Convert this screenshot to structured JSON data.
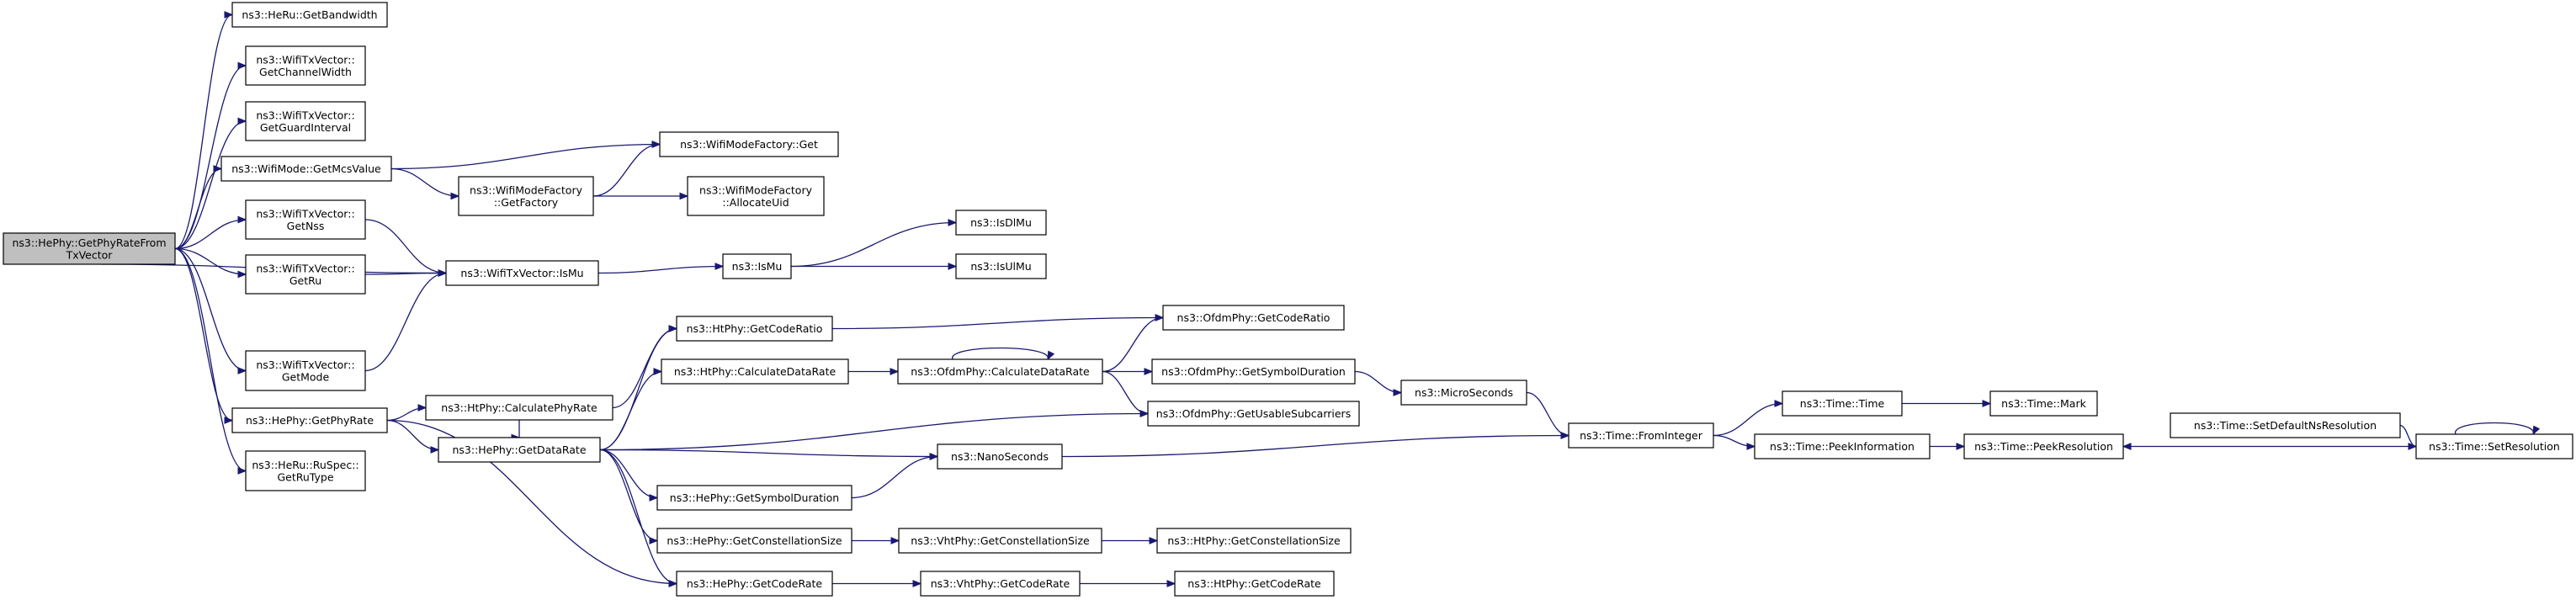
{
  "title": "",
  "colors": {
    "edge": "#191970",
    "root_fill": "#bfbfbf",
    "node_fill": "#ffffff",
    "node_border": "#000000"
  },
  "nodes": [
    {
      "id": "root",
      "lines": [
        "ns3::HePhy::GetPhyRateFrom",
        "TxVector"
      ],
      "root": true
    },
    {
      "id": "heru_bw",
      "lines": [
        "ns3::HeRu::GetBandwidth"
      ]
    },
    {
      "id": "txv_cw",
      "lines": [
        "ns3::WifiTxVector::",
        "GetChannelWidth"
      ]
    },
    {
      "id": "txv_gi",
      "lines": [
        "ns3::WifiTxVector::",
        "GetGuardInterval"
      ]
    },
    {
      "id": "wm_mcs",
      "lines": [
        "ns3::WifiMode::GetMcsValue"
      ]
    },
    {
      "id": "txv_nss",
      "lines": [
        "ns3::WifiTxVector::",
        "GetNss"
      ]
    },
    {
      "id": "txv_ru",
      "lines": [
        "ns3::WifiTxVector::",
        "GetRu"
      ]
    },
    {
      "id": "txv_mode",
      "lines": [
        "ns3::WifiTxVector::",
        "GetMode"
      ]
    },
    {
      "id": "he_gpr",
      "lines": [
        "ns3::HePhy::GetPhyRate"
      ]
    },
    {
      "id": "heru_rut",
      "lines": [
        "ns3::HeRu::RuSpec::",
        "GetRuType"
      ]
    },
    {
      "id": "wmf_get",
      "lines": [
        "ns3::WifiModeFactory::Get"
      ]
    },
    {
      "id": "wmf_gf",
      "lines": [
        "ns3::WifiModeFactory",
        "::GetFactory"
      ]
    },
    {
      "id": "wmf_au",
      "lines": [
        "ns3::WifiModeFactory",
        "::AllocateUid"
      ]
    },
    {
      "id": "txv_ismu",
      "lines": [
        "ns3::WifiTxVector::IsMu"
      ]
    },
    {
      "id": "ismu",
      "lines": [
        "ns3::IsMu"
      ]
    },
    {
      "id": "isdlmu",
      "lines": [
        "ns3::IsDlMu"
      ]
    },
    {
      "id": "isulmu",
      "lines": [
        "ns3::IsUlMu"
      ]
    },
    {
      "id": "ht_cpr",
      "lines": [
        "ns3::HtPhy::CalculatePhyRate"
      ]
    },
    {
      "id": "he_gdr",
      "lines": [
        "ns3::HePhy::GetDataRate"
      ]
    },
    {
      "id": "ht_gcr",
      "lines": [
        "ns3::HtPhy::GetCodeRatio"
      ]
    },
    {
      "id": "ht_cdr",
      "lines": [
        "ns3::HtPhy::CalculateDataRate"
      ]
    },
    {
      "id": "he_gsd",
      "lines": [
        "ns3::HePhy::GetSymbolDuration"
      ]
    },
    {
      "id": "he_gcs",
      "lines": [
        "ns3::HePhy::GetConstellationSize"
      ]
    },
    {
      "id": "he_gcrate",
      "lines": [
        "ns3::HePhy::GetCodeRate"
      ]
    },
    {
      "id": "of_gcr",
      "lines": [
        "ns3::OfdmPhy::GetCodeRatio"
      ]
    },
    {
      "id": "of_cdr",
      "lines": [
        "ns3::OfdmPhy::CalculateDataRate"
      ]
    },
    {
      "id": "of_gsd",
      "lines": [
        "ns3::OfdmPhy::GetSymbolDuration"
      ]
    },
    {
      "id": "of_gus",
      "lines": [
        "ns3::OfdmPhy::GetUsableSubcarriers"
      ]
    },
    {
      "id": "nanos",
      "lines": [
        "ns3::NanoSeconds"
      ]
    },
    {
      "id": "vht_gcs",
      "lines": [
        "ns3::VhtPhy::GetConstellationSize"
      ]
    },
    {
      "id": "vht_gcrate",
      "lines": [
        "ns3::VhtPhy::GetCodeRate"
      ]
    },
    {
      "id": "micros",
      "lines": [
        "ns3::MicroSeconds"
      ]
    },
    {
      "id": "time_fi",
      "lines": [
        "ns3::Time::FromInteger"
      ]
    },
    {
      "id": "ht_gcs",
      "lines": [
        "ns3::HtPhy::GetConstellationSize"
      ]
    },
    {
      "id": "ht_gcrate",
      "lines": [
        "ns3::HtPhy::GetCodeRate"
      ]
    },
    {
      "id": "time_time",
      "lines": [
        "ns3::Time::Time"
      ]
    },
    {
      "id": "time_pi",
      "lines": [
        "ns3::Time::PeekInformation"
      ]
    },
    {
      "id": "time_mark",
      "lines": [
        "ns3::Time::Mark"
      ]
    },
    {
      "id": "time_pr",
      "lines": [
        "ns3::Time::PeekResolution"
      ]
    },
    {
      "id": "time_sdnr",
      "lines": [
        "ns3::Time::SetDefaultNsResolution"
      ]
    },
    {
      "id": "time_sr",
      "lines": [
        "ns3::Time::SetResolution"
      ]
    }
  ],
  "edges": [
    [
      "root",
      "heru_bw"
    ],
    [
      "root",
      "txv_cw"
    ],
    [
      "root",
      "txv_gi"
    ],
    [
      "root",
      "wm_mcs"
    ],
    [
      "root",
      "txv_nss"
    ],
    [
      "root",
      "txv_ru"
    ],
    [
      "root",
      "txv_ismu"
    ],
    [
      "root",
      "txv_mode"
    ],
    [
      "root",
      "he_gpr"
    ],
    [
      "root",
      "heru_rut"
    ],
    [
      "wm_mcs",
      "wmf_get"
    ],
    [
      "wm_mcs",
      "wmf_gf"
    ],
    [
      "wmf_gf",
      "wmf_get"
    ],
    [
      "wmf_gf",
      "wmf_au"
    ],
    [
      "txv_nss",
      "txv_ismu"
    ],
    [
      "txv_ru",
      "txv_ismu"
    ],
    [
      "txv_mode",
      "txv_ismu"
    ],
    [
      "txv_ismu",
      "ismu"
    ],
    [
      "ismu",
      "isdlmu"
    ],
    [
      "ismu",
      "isulmu"
    ],
    [
      "he_gpr",
      "ht_cpr"
    ],
    [
      "he_gpr",
      "he_gdr"
    ],
    [
      "he_gpr",
      "he_gcrate"
    ],
    [
      "ht_cpr",
      "ht_gcr"
    ],
    [
      "ht_cpr",
      "he_gdr"
    ],
    [
      "he_gdr",
      "ht_gcr"
    ],
    [
      "he_gdr",
      "ht_cdr"
    ],
    [
      "he_gdr",
      "of_gus"
    ],
    [
      "he_gdr",
      "nanos"
    ],
    [
      "he_gdr",
      "he_gsd"
    ],
    [
      "he_gdr",
      "he_gcs"
    ],
    [
      "he_gdr",
      "he_gcrate"
    ],
    [
      "ht_gcr",
      "of_gcr"
    ],
    [
      "ht_cdr",
      "of_cdr"
    ],
    [
      "of_cdr",
      "of_cdr"
    ],
    [
      "of_cdr",
      "of_gcr"
    ],
    [
      "of_cdr",
      "of_gsd"
    ],
    [
      "of_cdr",
      "of_gus"
    ],
    [
      "of_gsd",
      "micros"
    ],
    [
      "micros",
      "time_fi"
    ],
    [
      "nanos",
      "time_fi"
    ],
    [
      "he_gsd",
      "nanos"
    ],
    [
      "he_gcs",
      "vht_gcs"
    ],
    [
      "vht_gcs",
      "ht_gcs"
    ],
    [
      "he_gcrate",
      "vht_gcrate"
    ],
    [
      "vht_gcrate",
      "ht_gcrate"
    ],
    [
      "time_fi",
      "time_time"
    ],
    [
      "time_fi",
      "time_pi"
    ],
    [
      "time_time",
      "time_mark"
    ],
    [
      "time_pi",
      "time_pr"
    ],
    [
      "time_sdnr",
      "time_sr"
    ],
    [
      "time_sr",
      "time_pr"
    ],
    [
      "time_sr",
      "time_sr"
    ]
  ]
}
